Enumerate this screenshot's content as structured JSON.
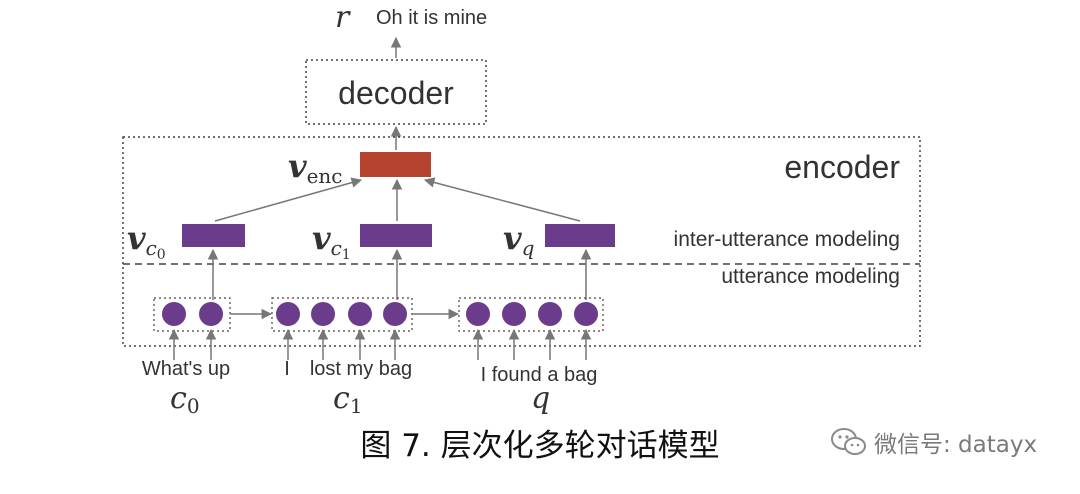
{
  "diagram": {
    "output_symbol": "r",
    "output_text": "Oh it is mine",
    "decoder_label": "decoder",
    "encoder_label": "encoder",
    "venc_main": "v",
    "venc_sub": "enc",
    "utterance_vectors": [
      {
        "main": "v",
        "sub": "c",
        "subsub": "0"
      },
      {
        "main": "v",
        "sub": "c",
        "subsub": "1"
      },
      {
        "main": "v",
        "sub": "q",
        "subsub": ""
      }
    ],
    "inter_label": "inter-utterance modeling",
    "utter_label": "utterance modeling",
    "words": [
      "What's up",
      "I",
      "lost my bag",
      "I found a bag"
    ],
    "context_labels": [
      {
        "main": "c",
        "sub": "0"
      },
      {
        "main": "c",
        "sub": "1"
      },
      {
        "main": "q",
        "sub": ""
      }
    ],
    "colors": {
      "venc": "#b5432f",
      "vector": "#6b3b8c",
      "node": "#6b3b8c",
      "line": "#777777"
    }
  },
  "caption": "图 7. 层次化多轮对话模型",
  "watermark": {
    "icon": "wechat-icon",
    "text": "微信号: datayx"
  }
}
